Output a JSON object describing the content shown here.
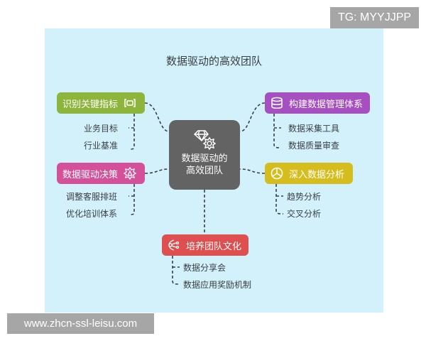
{
  "watermarks": {
    "top_right": "TG: MYYJJPP",
    "bottom_left": "www.zhcn-ssl-leisu.com"
  },
  "diagram": {
    "title": "数据驱动的高效团队",
    "center": {
      "line1": "数据驱动的",
      "line2": "高效团队",
      "icon": "diamond-gear-icon",
      "color": "#636363"
    },
    "branches": [
      {
        "label": "识别关键指标",
        "icon": "bracket-frame-icon",
        "color": "#8db53c",
        "children": [
          "业务目标",
          "行业基准"
        ]
      },
      {
        "label": "数据驱动决策",
        "icon": "gear-warning-icon",
        "color": "#d4519a",
        "children": [
          "调整客服排班",
          "优化培训体系"
        ]
      },
      {
        "label": "构建数据管理体系",
        "icon": "database-icon",
        "color": "#a64fc1",
        "children": [
          "数据采集工具",
          "数据质量审查"
        ]
      },
      {
        "label": "深入数据分析",
        "icon": "pie-chart-icon",
        "color": "#d6bd1e",
        "children": [
          "趋势分析",
          "交叉分析"
        ]
      },
      {
        "label": "培养团队文化",
        "icon": "team-share-icon",
        "color": "#de4f4f",
        "children": [
          "数据分享会",
          "数据应用奖励机制"
        ]
      }
    ],
    "colors": {
      "background": "#d2f1fa",
      "text": "#3a3f44",
      "connector": "#3a3f44"
    }
  }
}
